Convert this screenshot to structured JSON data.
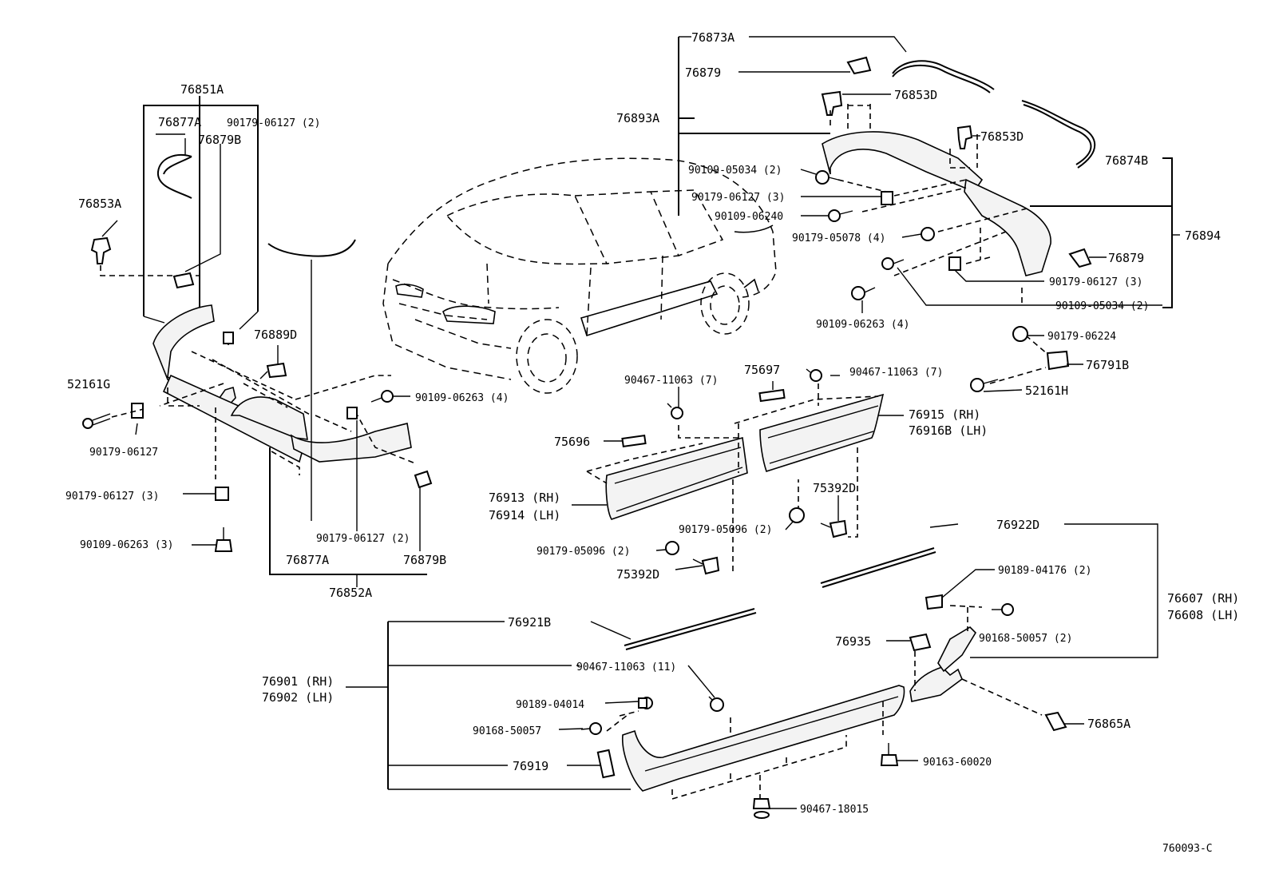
{
  "labels": {
    "l76851A": "76851A",
    "l76877A_a": "76877A",
    "l90179_06127_2a": "90179-06127 (2)",
    "l76879B_a": "76879B",
    "l76853A": "76853A",
    "l76889D": "76889D",
    "l52161G": "52161G",
    "l90179_06127": "90179-06127",
    "l90109_06263_4a": "90109-06263 (4)",
    "l90179_06127_3a": "90179-06127 (3)",
    "l90109_06263_3": "90109-06263 (3)",
    "l90179_06127_2b": "90179-06127 (2)",
    "l76877A_b": "76877A",
    "l76879B_b": "76879B",
    "l76852A": "76852A",
    "l76873A": "76873A",
    "l76879_a": "76879",
    "l76893A": "76893A",
    "l76853D_a": "76853D",
    "l76853D_b": "76853D",
    "l90109_05034_2a": "90109-05034 (2)",
    "l90179_06127_3b": "90179-06127 (3)",
    "l90109_06240": "90109-06240",
    "l90179_05078_4": "90179-05078 (4)",
    "l76874B": "76874B",
    "l76894": "76894",
    "l76879_b": "76879",
    "l90179_06127_3c": "90179-06127 (3)",
    "l90109_06263_4b": "90109-06263 (4)",
    "l90109_05034_2b": "90109-05034 (2)",
    "l90179_06224": "90179-06224",
    "l76791B": "76791B",
    "l52161H": "52161H",
    "l90467_11063_7a": "90467-11063 (7)",
    "l75697": "75697",
    "l90467_11063_7b": "90467-11063 (7)",
    "l76915": "76915  (RH)",
    "l76916B": "76916B (LH)",
    "l75696": "75696",
    "l76913": "76913 (RH)",
    "l76914": "76914 (LH)",
    "l75392D_a": "75392D",
    "l90179_05096_2a": "90179-05096 (2)",
    "l90179_05096_2b": "90179-05096 (2)",
    "l75392D_b": "75392D",
    "l76922D": "76922D",
    "l90189_04176_2": "90189-04176 (2)",
    "l76607": "76607 (RH)",
    "l76608": "76608 (LH)",
    "l90168_50057_2": "90168-50057 (2)",
    "l76921B": "76921B",
    "l76935": "76935",
    "l76901": "76901 (RH)",
    "l76902": "76902 (LH)",
    "l90467_11063_11": "90467-11063 (11)",
    "l90189_04014": "90189-04014",
    "l90168_50057": "90168-50057",
    "l76865A": "76865A",
    "l76919": "76919",
    "l90163_60020": "90163-60020",
    "l90467_18015": "90467-18015",
    "l760093C": "760093-C"
  }
}
